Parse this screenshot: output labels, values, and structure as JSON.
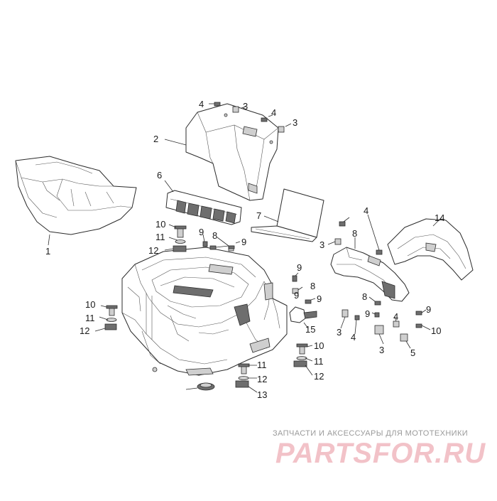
{
  "callouts": [
    {
      "id": "c1",
      "text": "1"
    },
    {
      "id": "c2",
      "text": "2"
    },
    {
      "id": "c3a",
      "text": "3"
    },
    {
      "id": "c3b",
      "text": "3"
    },
    {
      "id": "c3c",
      "text": "3"
    },
    {
      "id": "c3d",
      "text": "3"
    },
    {
      "id": "c3e",
      "text": "3"
    },
    {
      "id": "c4a",
      "text": "4"
    },
    {
      "id": "c4b",
      "text": "4"
    },
    {
      "id": "c4c",
      "text": "4"
    },
    {
      "id": "c4d",
      "text": "4"
    },
    {
      "id": "c4e",
      "text": "4"
    },
    {
      "id": "c5",
      "text": "5"
    },
    {
      "id": "c6",
      "text": "6"
    },
    {
      "id": "c7",
      "text": "7"
    },
    {
      "id": "c8a",
      "text": "8"
    },
    {
      "id": "c8b",
      "text": "8"
    },
    {
      "id": "c8c",
      "text": "8"
    },
    {
      "id": "c8d",
      "text": "8"
    },
    {
      "id": "c9a",
      "text": "9"
    },
    {
      "id": "c9b",
      "text": "9"
    },
    {
      "id": "c9c",
      "text": "9"
    },
    {
      "id": "c9d",
      "text": "9"
    },
    {
      "id": "c9e",
      "text": "9"
    },
    {
      "id": "c9f",
      "text": "9"
    },
    {
      "id": "c9g",
      "text": "9"
    },
    {
      "id": "c10a",
      "text": "10"
    },
    {
      "id": "c10b",
      "text": "10"
    },
    {
      "id": "c10c",
      "text": "10"
    },
    {
      "id": "c10d",
      "text": "10"
    },
    {
      "id": "c11a",
      "text": "11"
    },
    {
      "id": "c11b",
      "text": "11"
    },
    {
      "id": "c11c",
      "text": "11"
    },
    {
      "id": "c11d",
      "text": "11"
    },
    {
      "id": "c12a",
      "text": "12"
    },
    {
      "id": "c12b",
      "text": "12"
    },
    {
      "id": "c12c",
      "text": "12"
    },
    {
      "id": "c12d",
      "text": "12"
    },
    {
      "id": "c13",
      "text": "13"
    },
    {
      "id": "c14",
      "text": "14"
    },
    {
      "id": "c15",
      "text": "15"
    }
  ],
  "watermark": {
    "tagline": "ЗАПЧАСТИ И АКСЕССУАРЫ ДЛЯ МОТОТЕХНИКИ",
    "logo": "PARTSFOR.RU"
  },
  "colors": {
    "line": "#2b2b2b",
    "fill": "#ffffff",
    "watermark_logo": "#f2c2c8",
    "watermark_text": "#9a9a9a"
  }
}
